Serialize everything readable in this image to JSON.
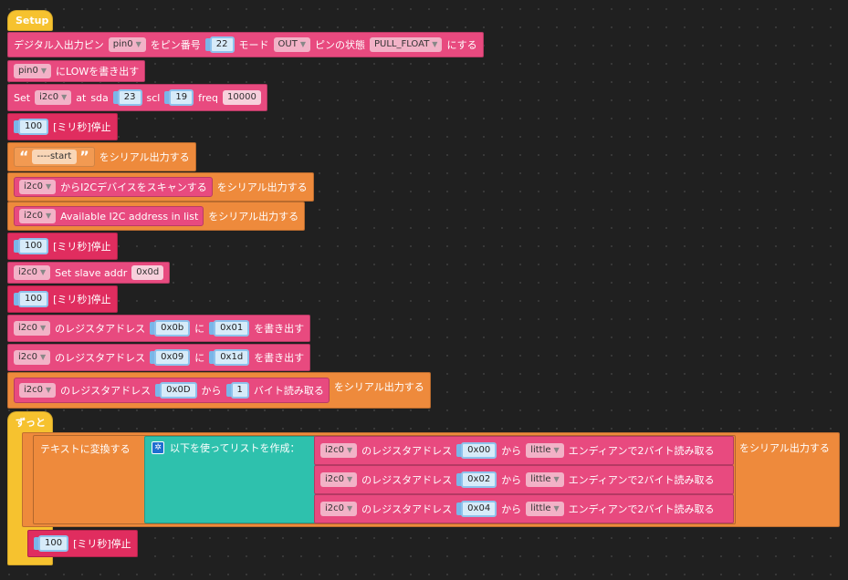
{
  "setup": {
    "hat": "Setup",
    "b1": {
      "t1": "デジタル入出力ピン",
      "pin": "pin0",
      "t2": "をピン番号",
      "num": "22",
      "t3": "モード",
      "mode": "OUT",
      "t4": "ピンの状態",
      "state": "PULL_FLOAT",
      "t5": "にする"
    },
    "b2": {
      "pin": "pin0",
      "t1": "にLOWを書き出す"
    },
    "b3": {
      "t1": "Set",
      "bus": "i2c0",
      "t2": "at",
      "t3": "sda",
      "sda": "23",
      "t4": "scl",
      "scl": "19",
      "t5": "freq",
      "freq": "10000"
    },
    "b4": {
      "ms": "100",
      "t1": "[ミリ秒]停止"
    },
    "b5": {
      "str": "----start",
      "t1": "をシリアル出力する"
    },
    "b6": {
      "bus": "i2c0",
      "t1": "からI2Cデバイスをスキャンする",
      "t2": "をシリアル出力する"
    },
    "b7": {
      "bus": "i2c0",
      "t1": "Available I2C address in list",
      "t2": "をシリアル出力する"
    },
    "b8": {
      "ms": "100",
      "t1": "[ミリ秒]停止"
    },
    "b9": {
      "bus": "i2c0",
      "t1": "Set slave addr",
      "addr": "0x0d"
    },
    "b10": {
      "ms": "100",
      "t1": "[ミリ秒]停止"
    },
    "b11": {
      "bus": "i2c0",
      "t1": "のレジスタアドレス",
      "reg": "0x0b",
      "t2": "に",
      "val": "0x01",
      "t3": "を書き出す"
    },
    "b12": {
      "bus": "i2c0",
      "t1": "のレジスタアドレス",
      "reg": "0x09",
      "t2": "に",
      "val": "0x1d",
      "t3": "を書き出す"
    },
    "b13": {
      "bus": "i2c0",
      "t1": "のレジスタアドレス",
      "reg": "0x0D",
      "t2": "から",
      "n": "1",
      "t3": "バイト読み取る",
      "t4": "をシリアル出力する"
    }
  },
  "loop": {
    "hat": "ずっと",
    "serial_label": "をシリアル出力する",
    "to_text": "テキストに変換する",
    "list_label": "以下を使ってリストを作成：",
    "rows": [
      {
        "bus": "i2c0",
        "t1": "のレジスタアドレス",
        "reg": "0x00",
        "t2": "から",
        "endian": "little",
        "t3": "エンディアンで2バイト読み取る"
      },
      {
        "bus": "i2c0",
        "t1": "のレジスタアドレス",
        "reg": "0x02",
        "t2": "から",
        "endian": "little",
        "t3": "エンディアンで2バイト読み取る"
      },
      {
        "bus": "i2c0",
        "t1": "のレジスタアドレス",
        "reg": "0x04",
        "t2": "から",
        "endian": "little",
        "t3": "エンディアンで2バイト読み取る"
      }
    ],
    "delay": {
      "ms": "100",
      "t1": "[ミリ秒]停止"
    }
  }
}
